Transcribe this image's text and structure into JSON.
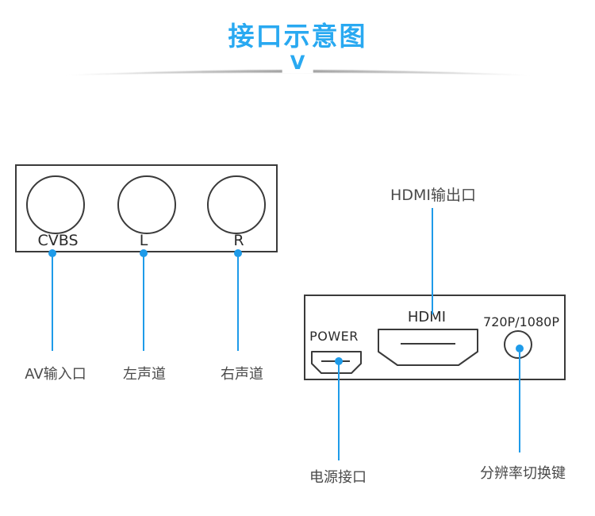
{
  "header": {
    "title": "接口示意图",
    "chevron": "V"
  },
  "colors": {
    "accent": "#29A9F1",
    "leader": "#1E9BE9",
    "outline": "#3A3A3A",
    "label": "#4A4A4A"
  },
  "av_panel": {
    "ports": [
      {
        "label": "CVBS",
        "annotation": "AV输入口"
      },
      {
        "label": "L",
        "annotation": "左声道"
      },
      {
        "label": "R",
        "annotation": "右声道"
      }
    ]
  },
  "hdmi_panel": {
    "hdmi_annotation": "HDMI输出口",
    "power": {
      "label": "POWER",
      "annotation": "电源接口"
    },
    "hdmi": {
      "label": "HDMI"
    },
    "resolution": {
      "label": "720P/1080P",
      "annotation": "分辨率切换键"
    }
  }
}
